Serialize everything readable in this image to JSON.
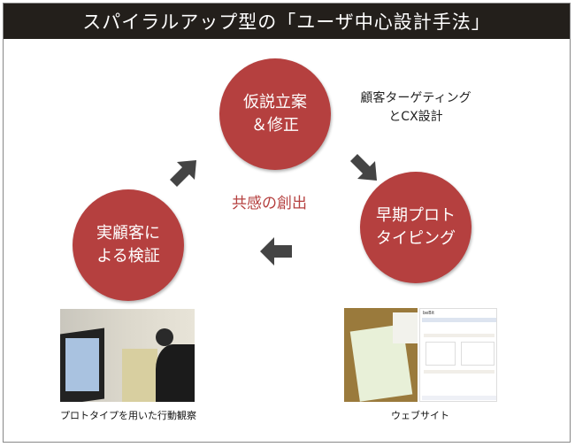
{
  "title": "スパイラルアップ型の「ユーザ中心設計手法」",
  "circles": {
    "top": "仮説立案\n＆修正",
    "right": "早期プロト\nタイピング",
    "left": "実顧客に\nよる検証"
  },
  "top_note": "顧客ターゲティング\nとCX設計",
  "center_label": "共感の創出",
  "photos": {
    "left_caption": "プロトタイプを用いた行動観察",
    "right_caption": "ウェブサイト",
    "site_logo": "beBit"
  },
  "colors": {
    "circle": "#b5403f",
    "header": "#231f1b",
    "arrow": "#444444"
  }
}
